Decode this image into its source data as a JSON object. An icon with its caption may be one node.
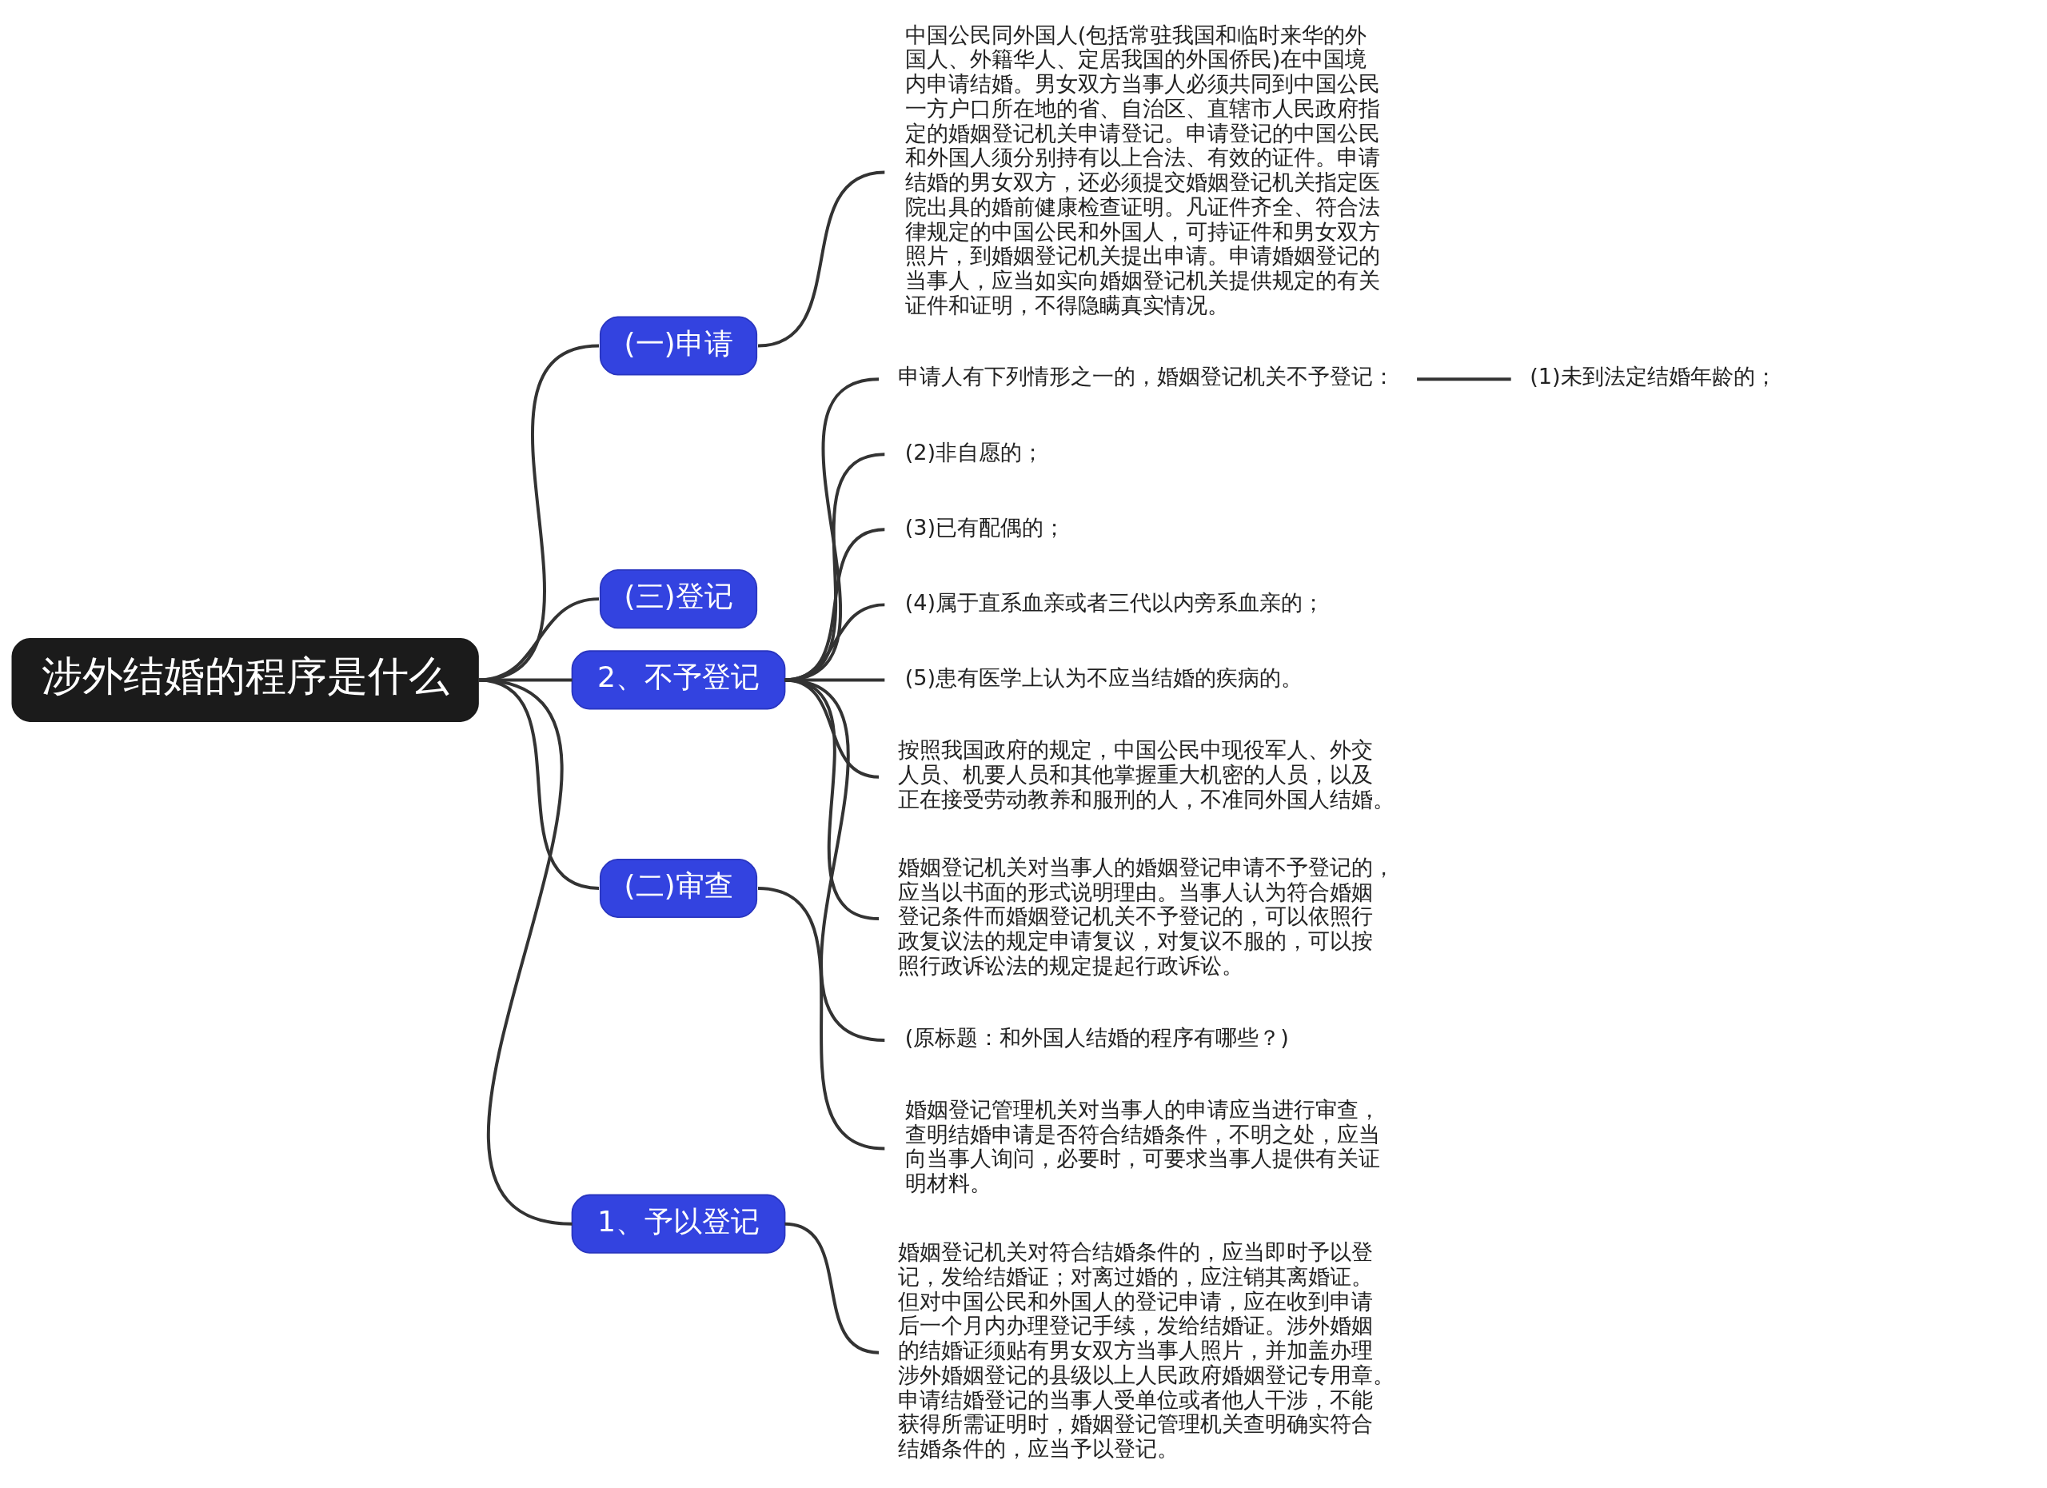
{
  "diagram": {
    "nodes": [
      {
        "text": [
          "涉外结婚的程序是什么"
        ]
      },
      {
        "text": [
          "(一)申请"
        ]
      },
      {
        "text": [
          "中国公民同外国人(包括常驻我国和临时来华的外国人、外籍华人、定居我国的外国侨民)在中国境内申请结婚。男女双方当事人必须共同到中国公民一方户口所在地的省、自治区、直辖市人民政府指定的婚姻登记机关申请登记。申请登记的中国公民和外国人须分别持有以上合法、有效的证件。申请结婚的男女双方，还必须提交婚姻登记机关指定医院出具的婚前健康检查证明。凡证件齐全、符合法律规定的中国公民和外国人，可持证件和男女双方照片，到婚姻登记机关提出申请。申请婚姻登记的当事人，应当如实向婚姻登记机关提供规定的有关证件和证明，不得隐瞒真实情况。"
        ]
      },
      {
        "text": [
          "(三)登记"
        ]
      },
      {
        "text": [
          "2、不予登记"
        ]
      },
      {
        "text": [
          "申请人有下列情形之一的，婚姻登记机关不予登记："
        ]
      },
      {
        "text": [
          "(1)未到法定结婚年龄的；"
        ]
      },
      {
        "text": [
          "(2)非自愿的；"
        ]
      },
      {
        "text": [
          "(3)已有配偶的；"
        ]
      },
      {
        "text": [
          "(4)属于直系血亲或者三代以内旁系血亲的；"
        ]
      },
      {
        "text": [
          "(5)患有医学上认为不应当结婚的疾病的。"
        ]
      },
      {
        "text": [
          "按照我国政府的规定，中国公民中现役军人、外交人员、机要人员和其他掌握重大机密的人员，以及正在接受劳动教养和服刑的人，不准同外国人结婚。"
        ]
      },
      {
        "text": [
          "婚姻登记机关对当事人的婚姻登记申请不予登记的，应当以书面的形式说明理由。当事人认为符合婚姻登记条件而婚姻登记机关不予登记的，可以依照行政复议法的规定申请复议，对复议不服的，可以按照行政诉讼法的规定提起行政诉讼。"
        ]
      },
      {
        "text": [
          "(原标题：和外国人结婚的程序有哪些？)"
        ]
      },
      {
        "text": [
          "(二)审查"
        ]
      },
      {
        "text": [
          "婚姻登记管理机关对当事人的申请应当进行审查，查明结婚申请是否符合结婚条件，不明之处，应当向当事人询问，必要时，可要求当事人提供有关证明材料。"
        ]
      },
      {
        "text": [
          "1、予以登记"
        ]
      },
      {
        "text": [
          "婚姻登记机关对符合结婚条件的，应当即时予以登记，发给结婚证；对离过婚的，应注销其离婚证。但对中国公民和外国人的登记申请，应在收到申请后一个月内办理登记手续，发给结婚证。涉外婚姻的结婚证须贴有男女双方当事人照片，并加盖办理涉外婚姻登记的县级以上人民政府婚姻登记专用章。申请结婚登记的当事人受单位或者他人干涉，不能获得所需证明时，婚姻登记管理机关查明确实符合结婚条件的，应当予以登记。"
        ]
      }
    ],
    "edges": [
      {
        "from": 0,
        "to": 1,
        "arrow": "none"
      },
      {
        "from": 1,
        "to": 2,
        "arrow": "none"
      },
      {
        "from": 0,
        "to": 3,
        "arrow": "none"
      },
      {
        "from": 0,
        "to": 4,
        "arrow": "none"
      },
      {
        "from": 4,
        "to": 5,
        "arrow": "none"
      },
      {
        "from": 5,
        "to": 6,
        "arrow": "none"
      },
      {
        "from": 4,
        "to": 7,
        "arrow": "none"
      },
      {
        "from": 4,
        "to": 8,
        "arrow": "none"
      },
      {
        "from": 4,
        "to": 9,
        "arrow": "none"
      },
      {
        "from": 4,
        "to": 10,
        "arrow": "none"
      },
      {
        "from": 4,
        "to": 11,
        "arrow": "none"
      },
      {
        "from": 4,
        "to": 12,
        "arrow": "none"
      },
      {
        "from": 4,
        "to": 13,
        "arrow": "none"
      },
      {
        "from": 0,
        "to": 14,
        "arrow": "none"
      },
      {
        "from": 14,
        "to": 15,
        "arrow": "none"
      },
      {
        "from": 0,
        "to": 16,
        "arrow": "none"
      },
      {
        "from": 16,
        "to": 17,
        "arrow": "none"
      }
    ]
  }
}
